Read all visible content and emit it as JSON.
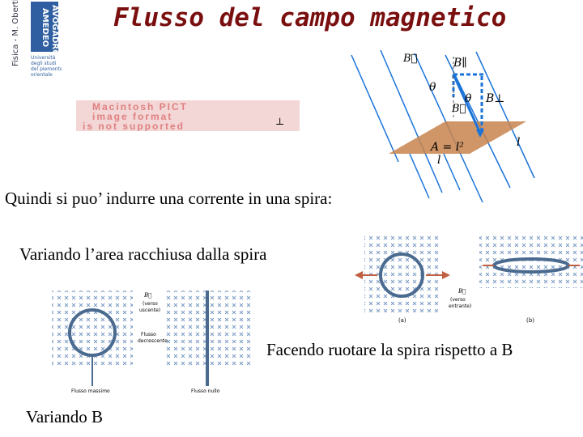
{
  "header": {
    "side_label": "Fisica - M. Obertino",
    "title": "Flusso del campo magnetico",
    "logo_text": [
      "AMEDEO",
      "AVOGADRO",
      "Università",
      "degli studi",
      "del piemonte",
      "orientale"
    ]
  },
  "pict_placeholder": {
    "lines": [
      "Macintosh PICT",
      "image format",
      "is not supported"
    ],
    "symbol": "⊥"
  },
  "body": {
    "line1": "Quindi si puo’ indurre una corrente in una spira:",
    "line2": "Variando l’area racchiusa dalla spira",
    "line3": "Facendo ruotare la spira rispetto a B",
    "line4": "Variando B"
  },
  "diagram_flux": {
    "labels": {
      "B_vec": "B⃗",
      "B_par": "B∥",
      "theta_top": "θ",
      "theta_mid": "θ",
      "B_mid": "B⃗",
      "B_perp": "B⊥",
      "area": "A = l²",
      "l_bottom": "l",
      "l_right": "l"
    }
  },
  "diagram_area": {
    "labels": {
      "B": "B⃗",
      "verso": "(verso",
      "entrante": "entrante)",
      "a": "(a)",
      "b": "(b)"
    }
  },
  "diagram_b": {
    "labels": {
      "B": "B⃗",
      "verso": "(verso",
      "uscente": "uscente)",
      "flusso1": "Flusso",
      "decrescente": "decrescente",
      "massimo": "Flusso massimo",
      "nullo": "Flusso nullo"
    }
  },
  "colors": {
    "title": "#7a0f0f",
    "plane": "#c8844c",
    "arrow": "#1a73d9",
    "field_x": "#7b9cc4"
  }
}
